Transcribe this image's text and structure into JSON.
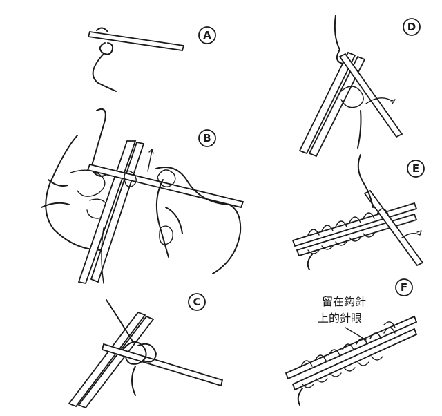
{
  "steps": [
    {
      "label": "A"
    },
    {
      "label": "B"
    },
    {
      "label": "C"
    },
    {
      "label": "D"
    },
    {
      "label": "E"
    },
    {
      "label": "F"
    }
  ],
  "annotation": {
    "line1": "留在鈎針",
    "line2": "上的針眼"
  }
}
